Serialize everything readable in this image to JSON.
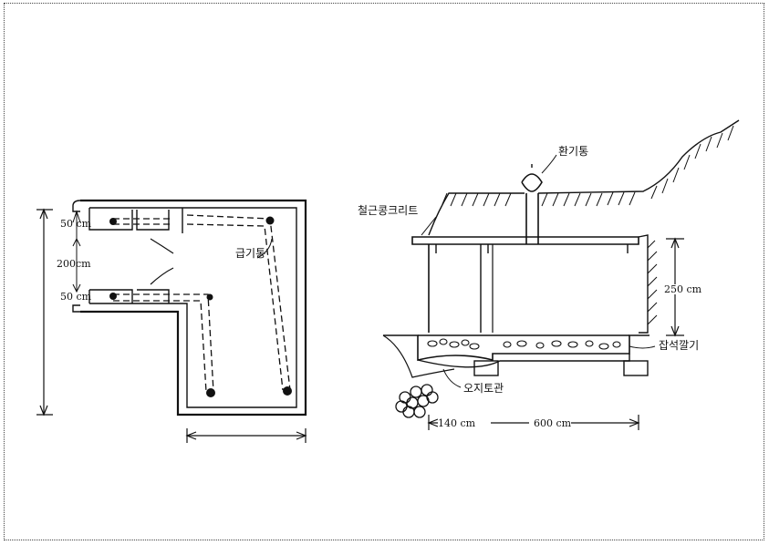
{
  "plan": {
    "dim_top": "50 cm",
    "dim_mid": "200cm",
    "dim_bottom": "50 cm",
    "supply_pipe": "급기통"
  },
  "section": {
    "vent_pipe": "환기통",
    "rc_slab": "철근콩크리트",
    "height": "250 cm",
    "gravel_bed": "잡석깔기",
    "clay_pipe": "오지토관",
    "width_left": "140 cm",
    "width_right": "600 cm"
  }
}
